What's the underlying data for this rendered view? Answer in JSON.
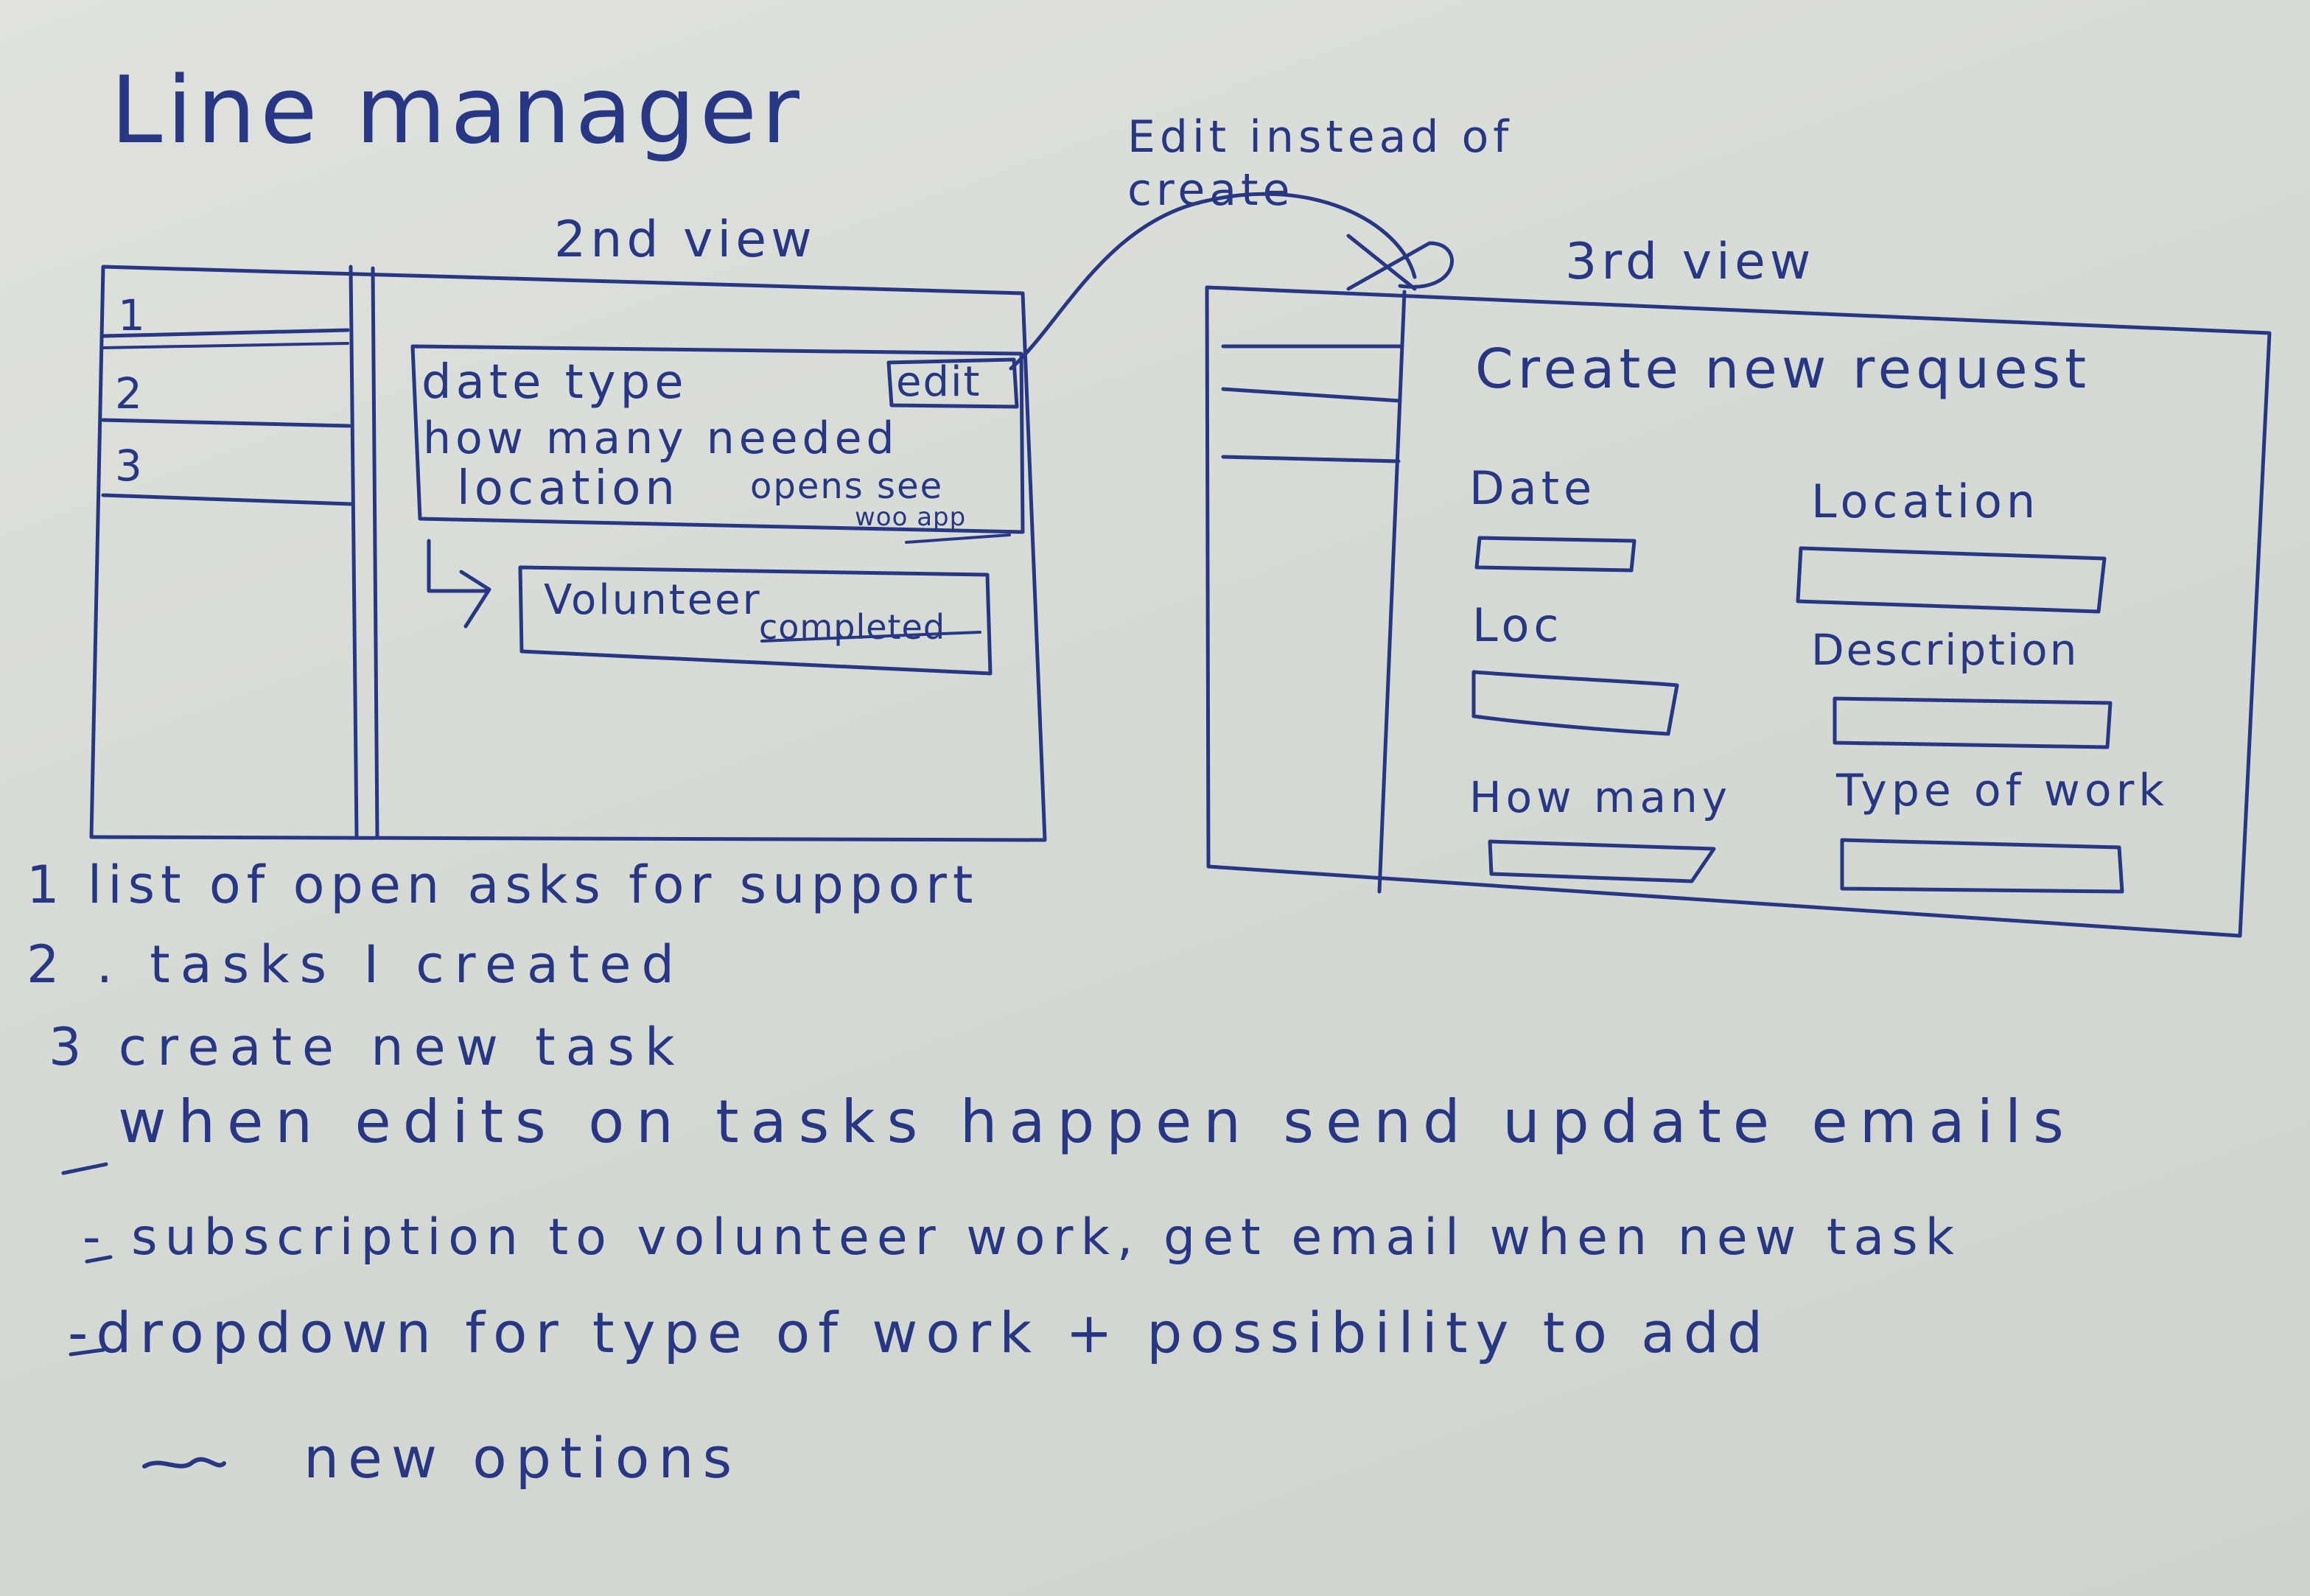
{
  "title": "Line manager",
  "annotation_edit": "Edit instead of create",
  "views": {
    "second": {
      "label": "2nd view",
      "sidebar": [
        "1",
        "2",
        "3"
      ],
      "card": {
        "line1": "date type",
        "edit_button": "edit",
        "line2": "how many needed",
        "line3": "location",
        "opens_see": "opens see",
        "woo_app": "woo app"
      },
      "subcard": {
        "label": "Volunteer",
        "status": "completed"
      }
    },
    "third": {
      "label": "3rd view",
      "form_title": "Create new request",
      "fields": {
        "date": "Date",
        "location": "Location",
        "loc": "Loc",
        "description": "Description",
        "how_many": "How many",
        "type_of_work": "Type of work"
      }
    }
  },
  "legend": [
    "1 list of open asks for support",
    "2 . tasks I created",
    "3 create new task"
  ],
  "notes": [
    "when edits on tasks happen send update emails",
    "- subscription to volunteer work, get email when new task",
    "-dropdown for type of work + possibility to add",
    "new options"
  ],
  "colors": {
    "ink": "#283784",
    "paper": "#d9ddd7"
  }
}
